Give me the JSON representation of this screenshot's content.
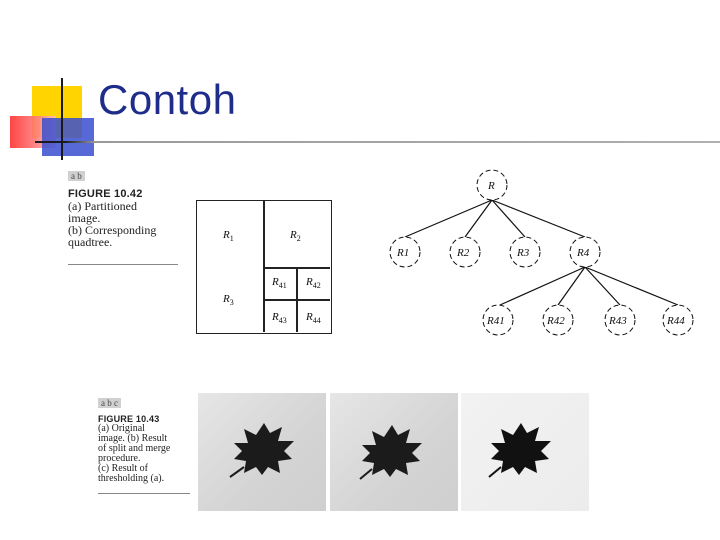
{
  "slide": {
    "title": "Contoh"
  },
  "figure1": {
    "tag": "a  b",
    "label": "FIGURE 10.42",
    "caption_lines": [
      "(a) Partitioned",
      "image.",
      "(b) Corresponding",
      "quadtree."
    ],
    "partition": {
      "r1": {
        "main": "R",
        "sub": "1"
      },
      "r2": {
        "main": "R",
        "sub": "2"
      },
      "r3": {
        "main": "R",
        "sub": "3"
      },
      "r41": {
        "main": "R",
        "sub": "41"
      },
      "r42": {
        "main": "R",
        "sub": "42"
      },
      "r43": {
        "main": "R",
        "sub": "43"
      },
      "r44": {
        "main": "R",
        "sub": "44"
      }
    },
    "tree": {
      "root": "R",
      "children": [
        "R1",
        "R2",
        "R3",
        "R4"
      ],
      "grandchildren": [
        "R41",
        "R42",
        "R43",
        "R44"
      ]
    }
  },
  "figure2": {
    "tag": "a  b  c",
    "label": "FIGURE 10.43",
    "caption_lines": [
      "(a) Original",
      "image. (b) Result",
      "of split and merge",
      "procedure.",
      "(c) Result of",
      "thresholding (a)."
    ]
  },
  "colors": {
    "title": "#1f2d8a",
    "accent_yellow": "#ffd400",
    "accent_red": "#ff3030",
    "accent_blue": "#3a4fd0"
  }
}
